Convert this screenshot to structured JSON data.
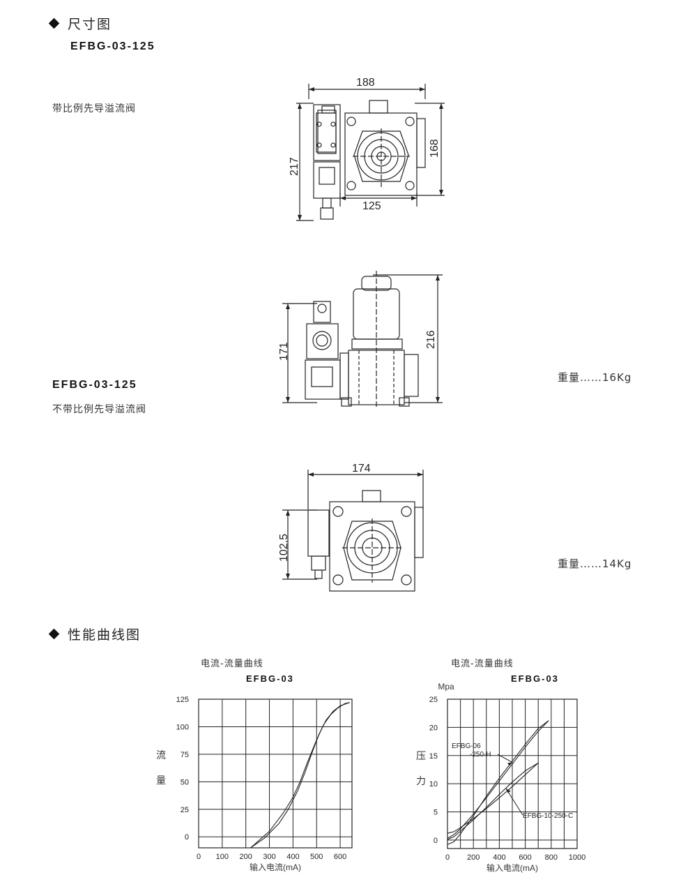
{
  "sections": {
    "dimensions_title": "尺寸图",
    "performance_title": "性能曲线图"
  },
  "variant1": {
    "model": "EFBG-03-125",
    "description": "带比例先导溢流阀",
    "dims": {
      "width_top": "188",
      "height_right": "168",
      "height_left": "217",
      "width_bottom": "125"
    }
  },
  "variant2": {
    "model": "EFBG-03-125",
    "description": "不带比例先导溢流阀",
    "dims": {
      "height_left": "171",
      "height_right": "216"
    },
    "weight": "重量……16Kg"
  },
  "variant3": {
    "dims": {
      "width_top": "174",
      "height_left": "102.5"
    },
    "weight": "重量……14Kg"
  },
  "chart_data": [
    {
      "type": "line",
      "title": "电流-流量曲线",
      "subtitle": "EFBG-03",
      "xlabel": "输入电流(mA)",
      "ylabel": "流量",
      "xlim": [
        0,
        650
      ],
      "ylim": [
        -10,
        125
      ],
      "xticks": [
        "0",
        "100",
        "200",
        "300",
        "400",
        "500",
        "600"
      ],
      "yticks": [
        "0",
        "25",
        "50",
        "75",
        "100",
        "125"
      ],
      "grid": true,
      "series": [
        {
          "x": [
            220,
            280,
            340,
            380,
            420,
            450,
            480,
            510,
            540,
            570,
            600,
            640
          ],
          "y": [
            -10,
            -1,
            12,
            25,
            42,
            58,
            76,
            93,
            106,
            114,
            119,
            122
          ]
        },
        {
          "x": [
            220,
            300,
            360,
            400,
            430,
            460,
            500,
            530,
            560,
            590,
            620,
            640
          ],
          "y": [
            -10,
            5,
            22,
            36,
            50,
            67,
            88,
            102,
            111,
            117,
            121,
            122
          ]
        }
      ]
    },
    {
      "type": "line",
      "title": "电流-流量曲线",
      "subtitle": "EFBG-03",
      "xlabel": "输入电流(mA)",
      "ylabel": "压力",
      "yunit": "Mpa",
      "xlim": [
        0,
        1000
      ],
      "ylim": [
        -1.5,
        25
      ],
      "xticks": [
        "0",
        "200",
        "400",
        "600",
        "800",
        "1000"
      ],
      "yticks": [
        "0",
        "5",
        "10",
        "15",
        "20",
        "25"
      ],
      "grid": true,
      "series": [
        {
          "name": "EFBG-06\n-250-H",
          "x": [
            0,
            50,
            100,
            200,
            300,
            400,
            500,
            600,
            700,
            780
          ],
          "y": [
            0.3,
            1.0,
            2.0,
            4.6,
            7.5,
            10.5,
            13.5,
            16.5,
            19.3,
            21.2
          ]
        },
        {
          "name": "EFBG-06\n-250-H",
          "x": [
            0,
            50,
            100,
            200,
            300,
            400,
            500,
            600,
            700,
            780
          ],
          "y": [
            -0.8,
            -0.3,
            1.1,
            4.3,
            7.8,
            11.0,
            14.0,
            17.0,
            19.8,
            21.2
          ]
        },
        {
          "name": "EFBG-10-250-C",
          "x": [
            0,
            50,
            100,
            200,
            300,
            400,
            500,
            600,
            700
          ],
          "y": [
            1.2,
            1.5,
            2.2,
            3.8,
            5.6,
            7.5,
            9.5,
            11.6,
            13.7
          ]
        },
        {
          "name": "EFBG-10-250-C",
          "x": [
            0,
            50,
            100,
            200,
            300,
            400,
            500,
            600,
            700
          ],
          "y": [
            0.1,
            0.6,
            1.6,
            3.6,
            5.8,
            8.1,
            10.3,
            12.3,
            13.7
          ]
        }
      ],
      "annotations": [
        "EFBG-06",
        "-250-H",
        "EFBG-10-250-C"
      ]
    }
  ]
}
